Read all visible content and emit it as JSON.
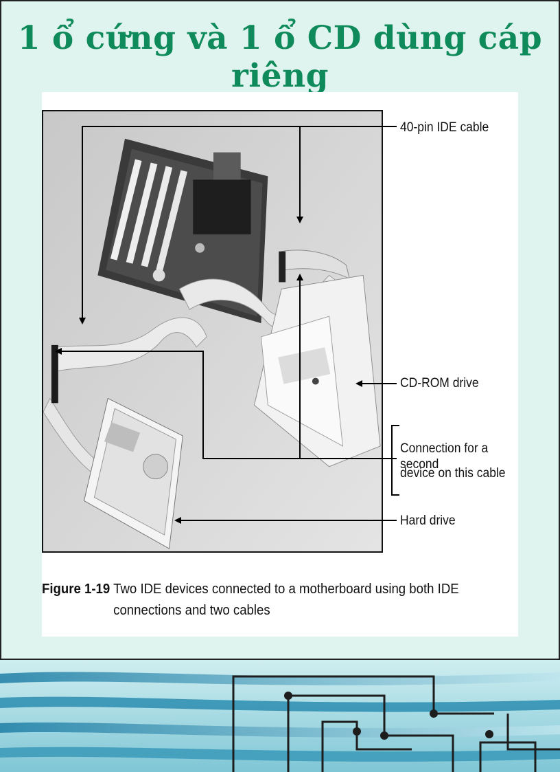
{
  "slide": {
    "title": "1 ổ cứng và 1 ổ CD dùng cáp riêng"
  },
  "figure": {
    "callouts": {
      "cable": "40-pin IDE cable",
      "cdrom": "CD-ROM drive",
      "second_device_line1": "Connection for a second",
      "second_device_line2": "device on this cable",
      "hard_drive": "Hard drive"
    },
    "caption": {
      "number": "Figure 1-19",
      "text": "Two IDE devices connected to a motherboard using both IDE connections and two cables"
    }
  },
  "colors": {
    "background": "#dff3ef",
    "title": "#0f8a5a",
    "decoration": "#2f8fb0"
  }
}
